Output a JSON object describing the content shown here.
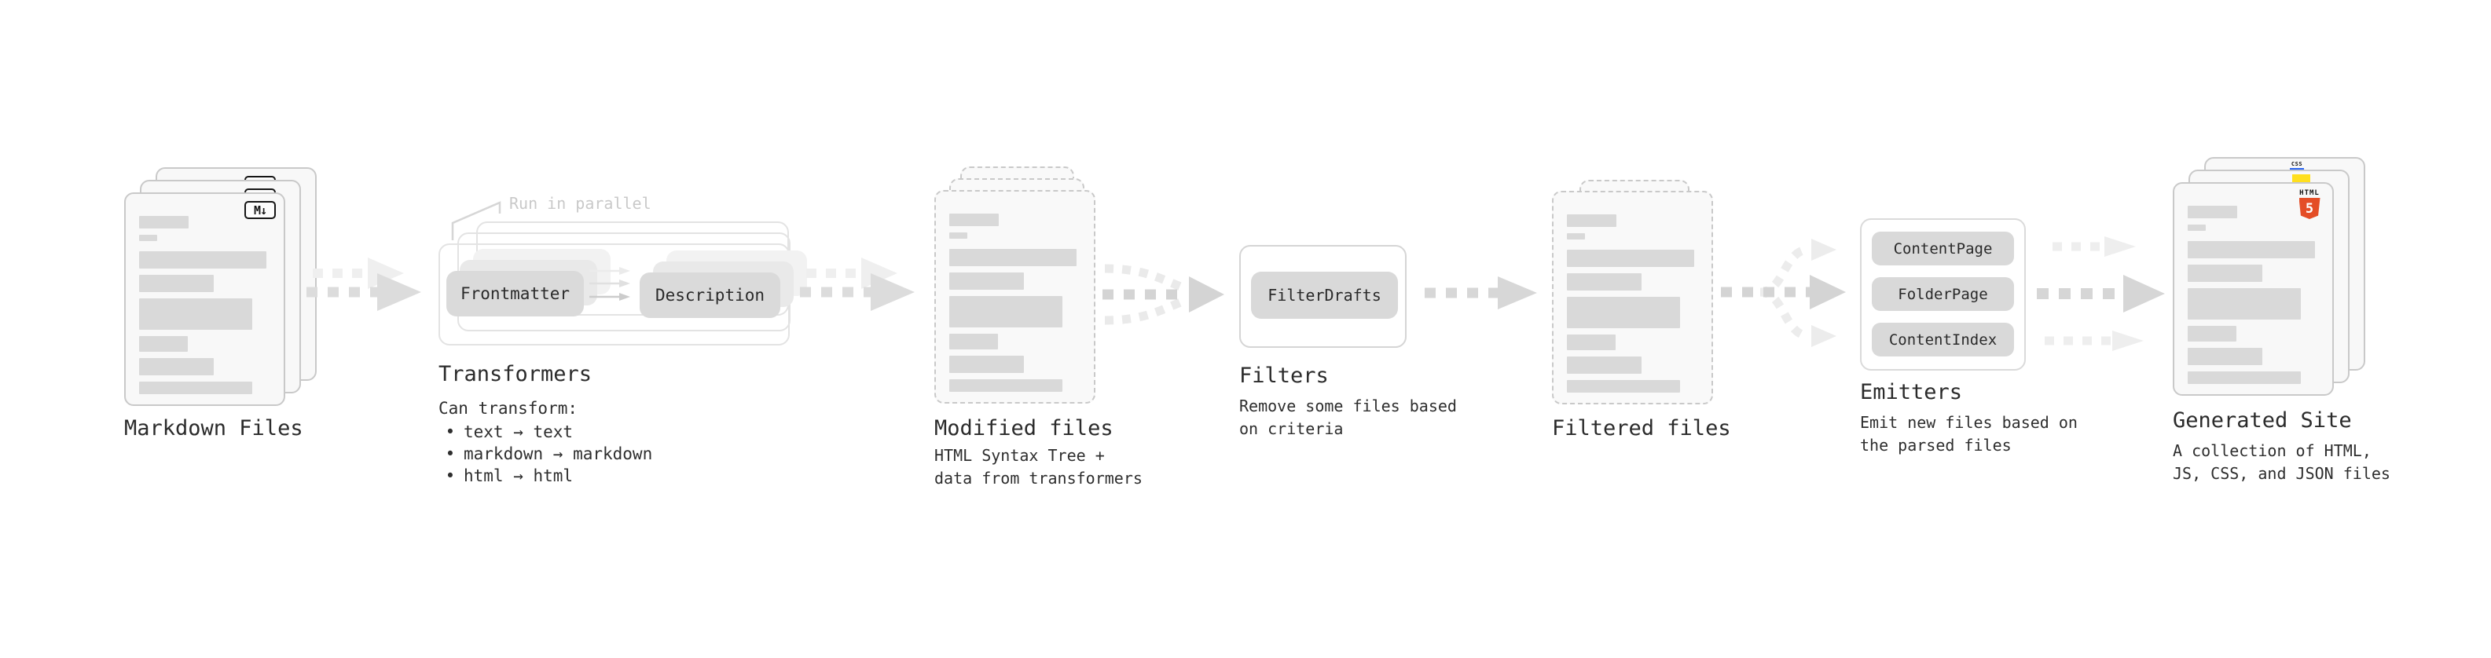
{
  "colors": {
    "card_fill": "#f8f8f8",
    "card_border": "#c9c9c9",
    "bar_gray": "#d9d9d9",
    "arrow_gray": "#d7d7d7",
    "arrow_ghost": "#efefef",
    "label_dark": "#2b2b2b",
    "annotation_gray": "#c9c9c9",
    "html5_orange": "#e44d26",
    "js_yellow": "#ffdf1e",
    "css_blue": "#2965f1",
    "badge_black": "#151515"
  },
  "icons": {
    "markdown_icon": "M↓ markdown file badge",
    "html5_icon": "HTML5 shield logo",
    "js_icon": "yellow JS file badge",
    "css_icon": "CSS file badge",
    "flow_arrow_icon": "dashed gray flow arrow",
    "parallel_flow_icon": "two stacked dashed arrows",
    "merge_flow_icon": "three dashed lines merging into one arrow",
    "fanout_flow_icon": "one dashed line splitting into three arrows"
  },
  "stages": {
    "markdown_files": {
      "label": "Markdown Files",
      "badge": "M↓"
    },
    "transformers": {
      "title": "Transformers",
      "annotation": "Run in parallel",
      "pills": [
        "Frontmatter",
        "Description"
      ],
      "desc_heading": "Can transform:",
      "bullet_glyph": "•",
      "bullets": [
        "text → text",
        "markdown → markdown",
        "html → html"
      ]
    },
    "modified_files": {
      "label": "Modified files",
      "desc": "HTML Syntax Tree +\ndata from transformers"
    },
    "filters": {
      "title": "Filters",
      "pill": "FilterDrafts",
      "desc": "Remove some files based\non criteria"
    },
    "filtered_files": {
      "label": "Filtered files"
    },
    "emitters": {
      "title": "Emitters",
      "pills": [
        "ContentPage",
        "FolderPage",
        "ContentIndex"
      ],
      "desc": "Emit new files based on\nthe parsed files"
    },
    "generated_site": {
      "label": "Generated Site",
      "desc": "A collection of HTML,\nJS, CSS, and JSON files",
      "html_badge_word": "HTML",
      "html_badge_number": "5",
      "css_badge_word": "CSS"
    }
  }
}
